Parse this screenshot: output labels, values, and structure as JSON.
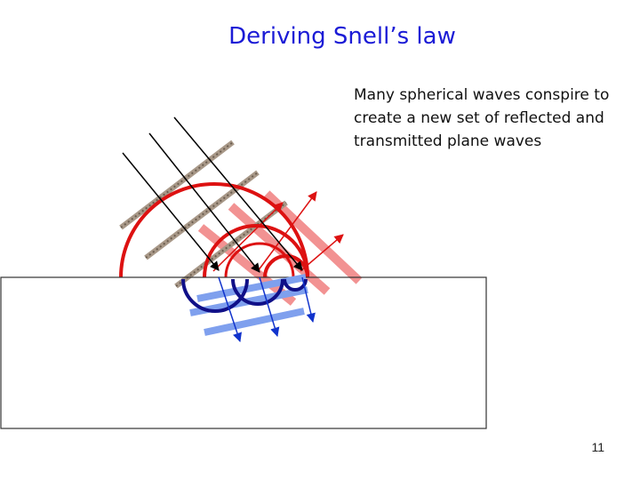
{
  "title": "Deriving Snell’s law",
  "caption": "Many spherical waves conspire to create a new set of reflected and transmitted plane waves",
  "slide_number": "11",
  "colors": {
    "title": "#1b1bd6",
    "incident_rays": "#000000",
    "incident_wavefronts": "#a89888",
    "reflected_waves": "#dd1111",
    "reflected_planes": "#f08080",
    "transmitted_waves": "#101088",
    "transmitted_planes": "#7fa0ee",
    "transmitted_rays": "#1133cc",
    "medium_border": "#333333"
  }
}
